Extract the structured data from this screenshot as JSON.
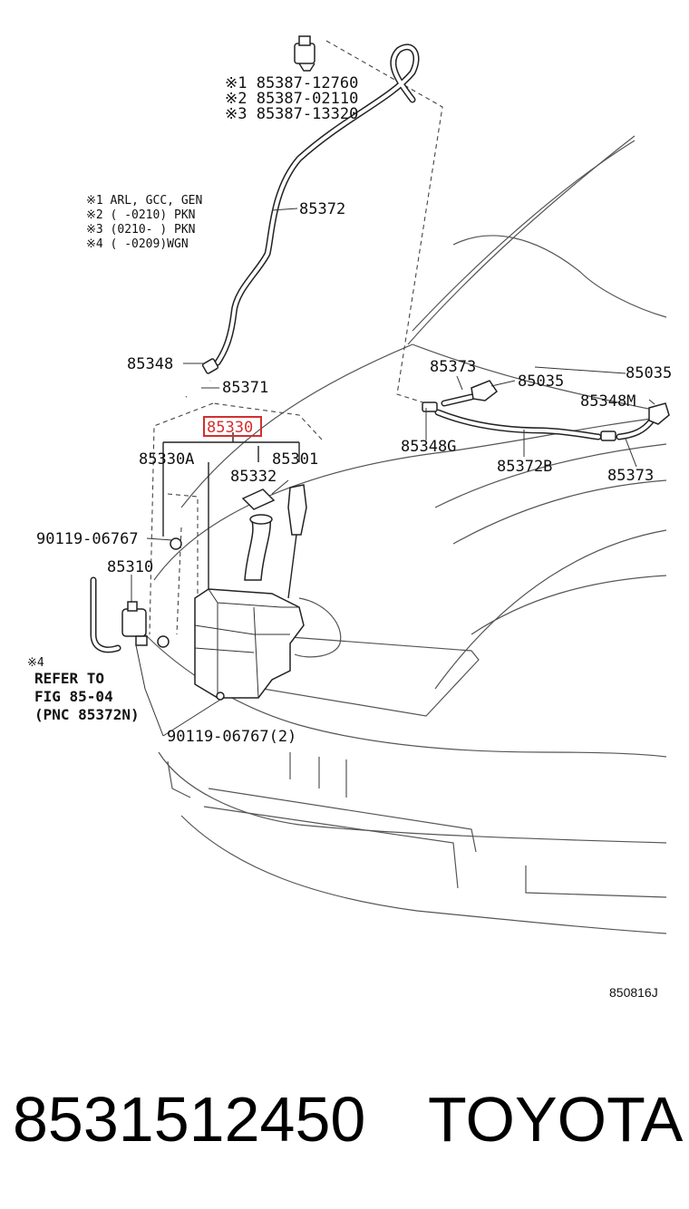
{
  "diagram": {
    "figure_id": "850816J",
    "highlight_color": "#d32f2f",
    "labels": {
      "nozzle_alt1": "※1 85387-12760",
      "nozzle_alt2": "※2 85387-02110",
      "nozzle_alt3": "※3 85387-13320",
      "hose_85372": "85372",
      "joint_85348": "85348",
      "hose_85371": "85371",
      "tank_85330": "85330",
      "tank_85330a": "85330A",
      "gauge_85301": "85301",
      "cap_85332": "85332",
      "clip_90119_top": "90119-06767",
      "pump_85310": "85310",
      "bolt_90119_bottom": "90119-06767(2)",
      "hose_85373_top": "85373",
      "nozzle_85035_mid": "85035",
      "nozzle_85035_right": "85035",
      "joint_85348m": "85348M",
      "joint_85348g": "85348G",
      "hose_85372b": "85372B",
      "hose_85373_bottom": "85373"
    },
    "notes": {
      "n1": "※1 ARL, GCC, GEN",
      "n2": "※2 (     -0210) PKN",
      "n3": "※3 (0210-     ) PKN",
      "n4": "※4 (     -0209)WGN"
    },
    "refer": {
      "mark": "※4",
      "line1": "REFER TO",
      "line2": "FIG 85-04",
      "line3": "(PNC 85372N)"
    }
  },
  "footer": {
    "part_number": "8531512450",
    "brand": "TOYOTA"
  }
}
